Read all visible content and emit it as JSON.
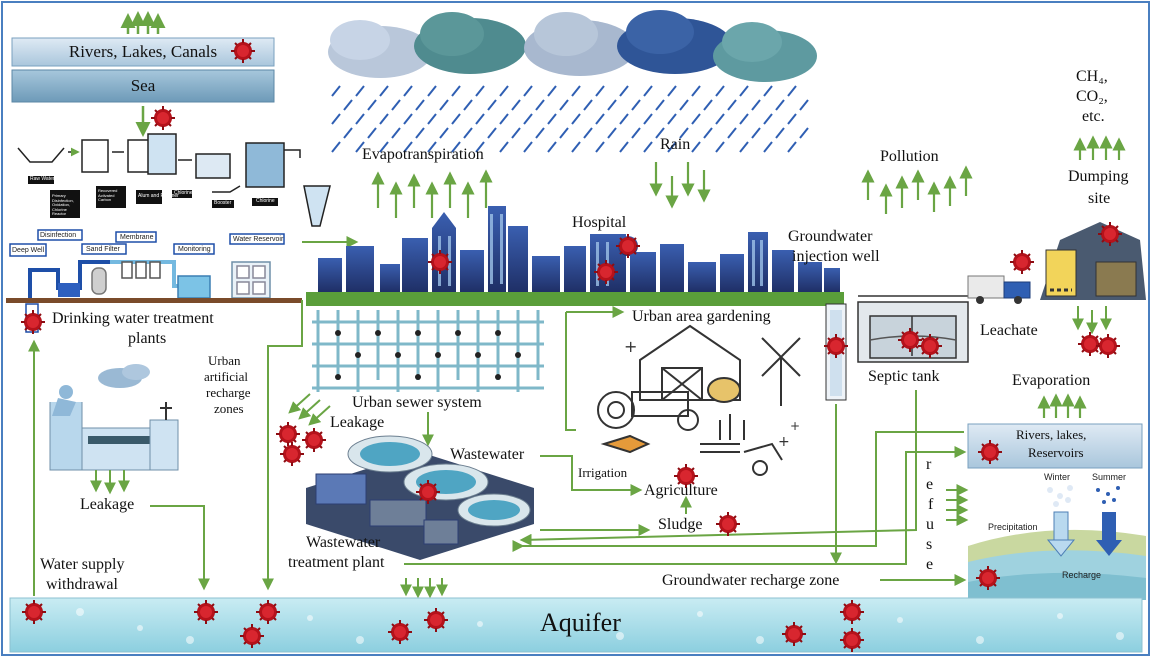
{
  "labels": {
    "rivers_lakes_canals": "Rivers, Lakes, Canals",
    "sea": "Sea",
    "evapotranspiration": "Evapotranspiration",
    "rain": "Rain",
    "pollution": "Pollution",
    "ch4": "CH₄,",
    "co2": "CO₂,",
    "etc": "etc.",
    "dumping_site_1": "Dumping",
    "dumping_site_2": "site",
    "hospital": "Hospital",
    "groundwater_injection_well_1": "Groundwater",
    "groundwater_injection_well_2": "injection well",
    "drinking_water_plants_1": "Drinking water treatment",
    "drinking_water_plants_2": "plants",
    "urban_artificial_1": "Urban",
    "urban_artificial_2": "artificial",
    "urban_artificial_3": "recharge",
    "urban_artificial_4": "zones",
    "urban_area_gardening": "Urban area gardening",
    "urban_sewer_system": "Urban sewer system",
    "leakage_sewer": "Leakage",
    "leakage_left": "Leakage",
    "wastewater": "Wastewater",
    "irrigation": "Irrigation",
    "agriculture": "Agriculture",
    "sludge": "Sludge",
    "wwtp_1": "Wastewater",
    "wwtp_2": "treatment plant",
    "water_supply_1": "Water supply",
    "water_supply_2": "withdrawal",
    "leachate": "Leachate",
    "septic_tank": "Septic tank",
    "evaporation": "Evaporation",
    "rivers_lakes_reservoirs_1": "Rivers, lakes,",
    "rivers_lakes_reservoirs_2": "Reservoirs",
    "refuse_letters": [
      "r",
      "e",
      "f",
      "u",
      "s",
      "e"
    ],
    "winter": "Winter",
    "summer": "Summer",
    "precipitation": "Precipitation",
    "recharge": "Recharge",
    "groundwater_recharge_zone": "Groundwater recharge zone",
    "aquifer": "Aquifer"
  },
  "treatment_steps": {
    "raw_water": "Raw Water",
    "primary": "Primary Disinfection, Oxidation, Chlorine Reactor",
    "activated": "Recovered Activated Carbon",
    "alum": "Alum and Polymer",
    "chlorine": "Chlorine",
    "booster": "Booster",
    "chlorine2": "Chlorine"
  },
  "plant_tags": {
    "deep_well": "Deep Well",
    "disinfection": "Disinfection",
    "sand_filter": "Sand Filter",
    "membrane": "Membrane",
    "monitoring": "Monitoring",
    "water_reservoir": "Water Reservoir"
  },
  "colors": {
    "arrow_green": "#6aa544",
    "box_blue": "#b8d3e8",
    "sea_blue": "#8fb6cf",
    "aquifer": "#a9dbe8",
    "microbe_red": "#b5121b",
    "city_dark": "#2c3e72",
    "cloud_dark": "#2f5597",
    "cloud_teal": "#4f8b8f",
    "rain": "#2f5fb3"
  },
  "icons": [
    "virus-icon",
    "cloud-icon",
    "rain-icon",
    "city-skyline-icon",
    "truck-icon",
    "windmill-icon",
    "tractor-icon",
    "tap-icon"
  ]
}
